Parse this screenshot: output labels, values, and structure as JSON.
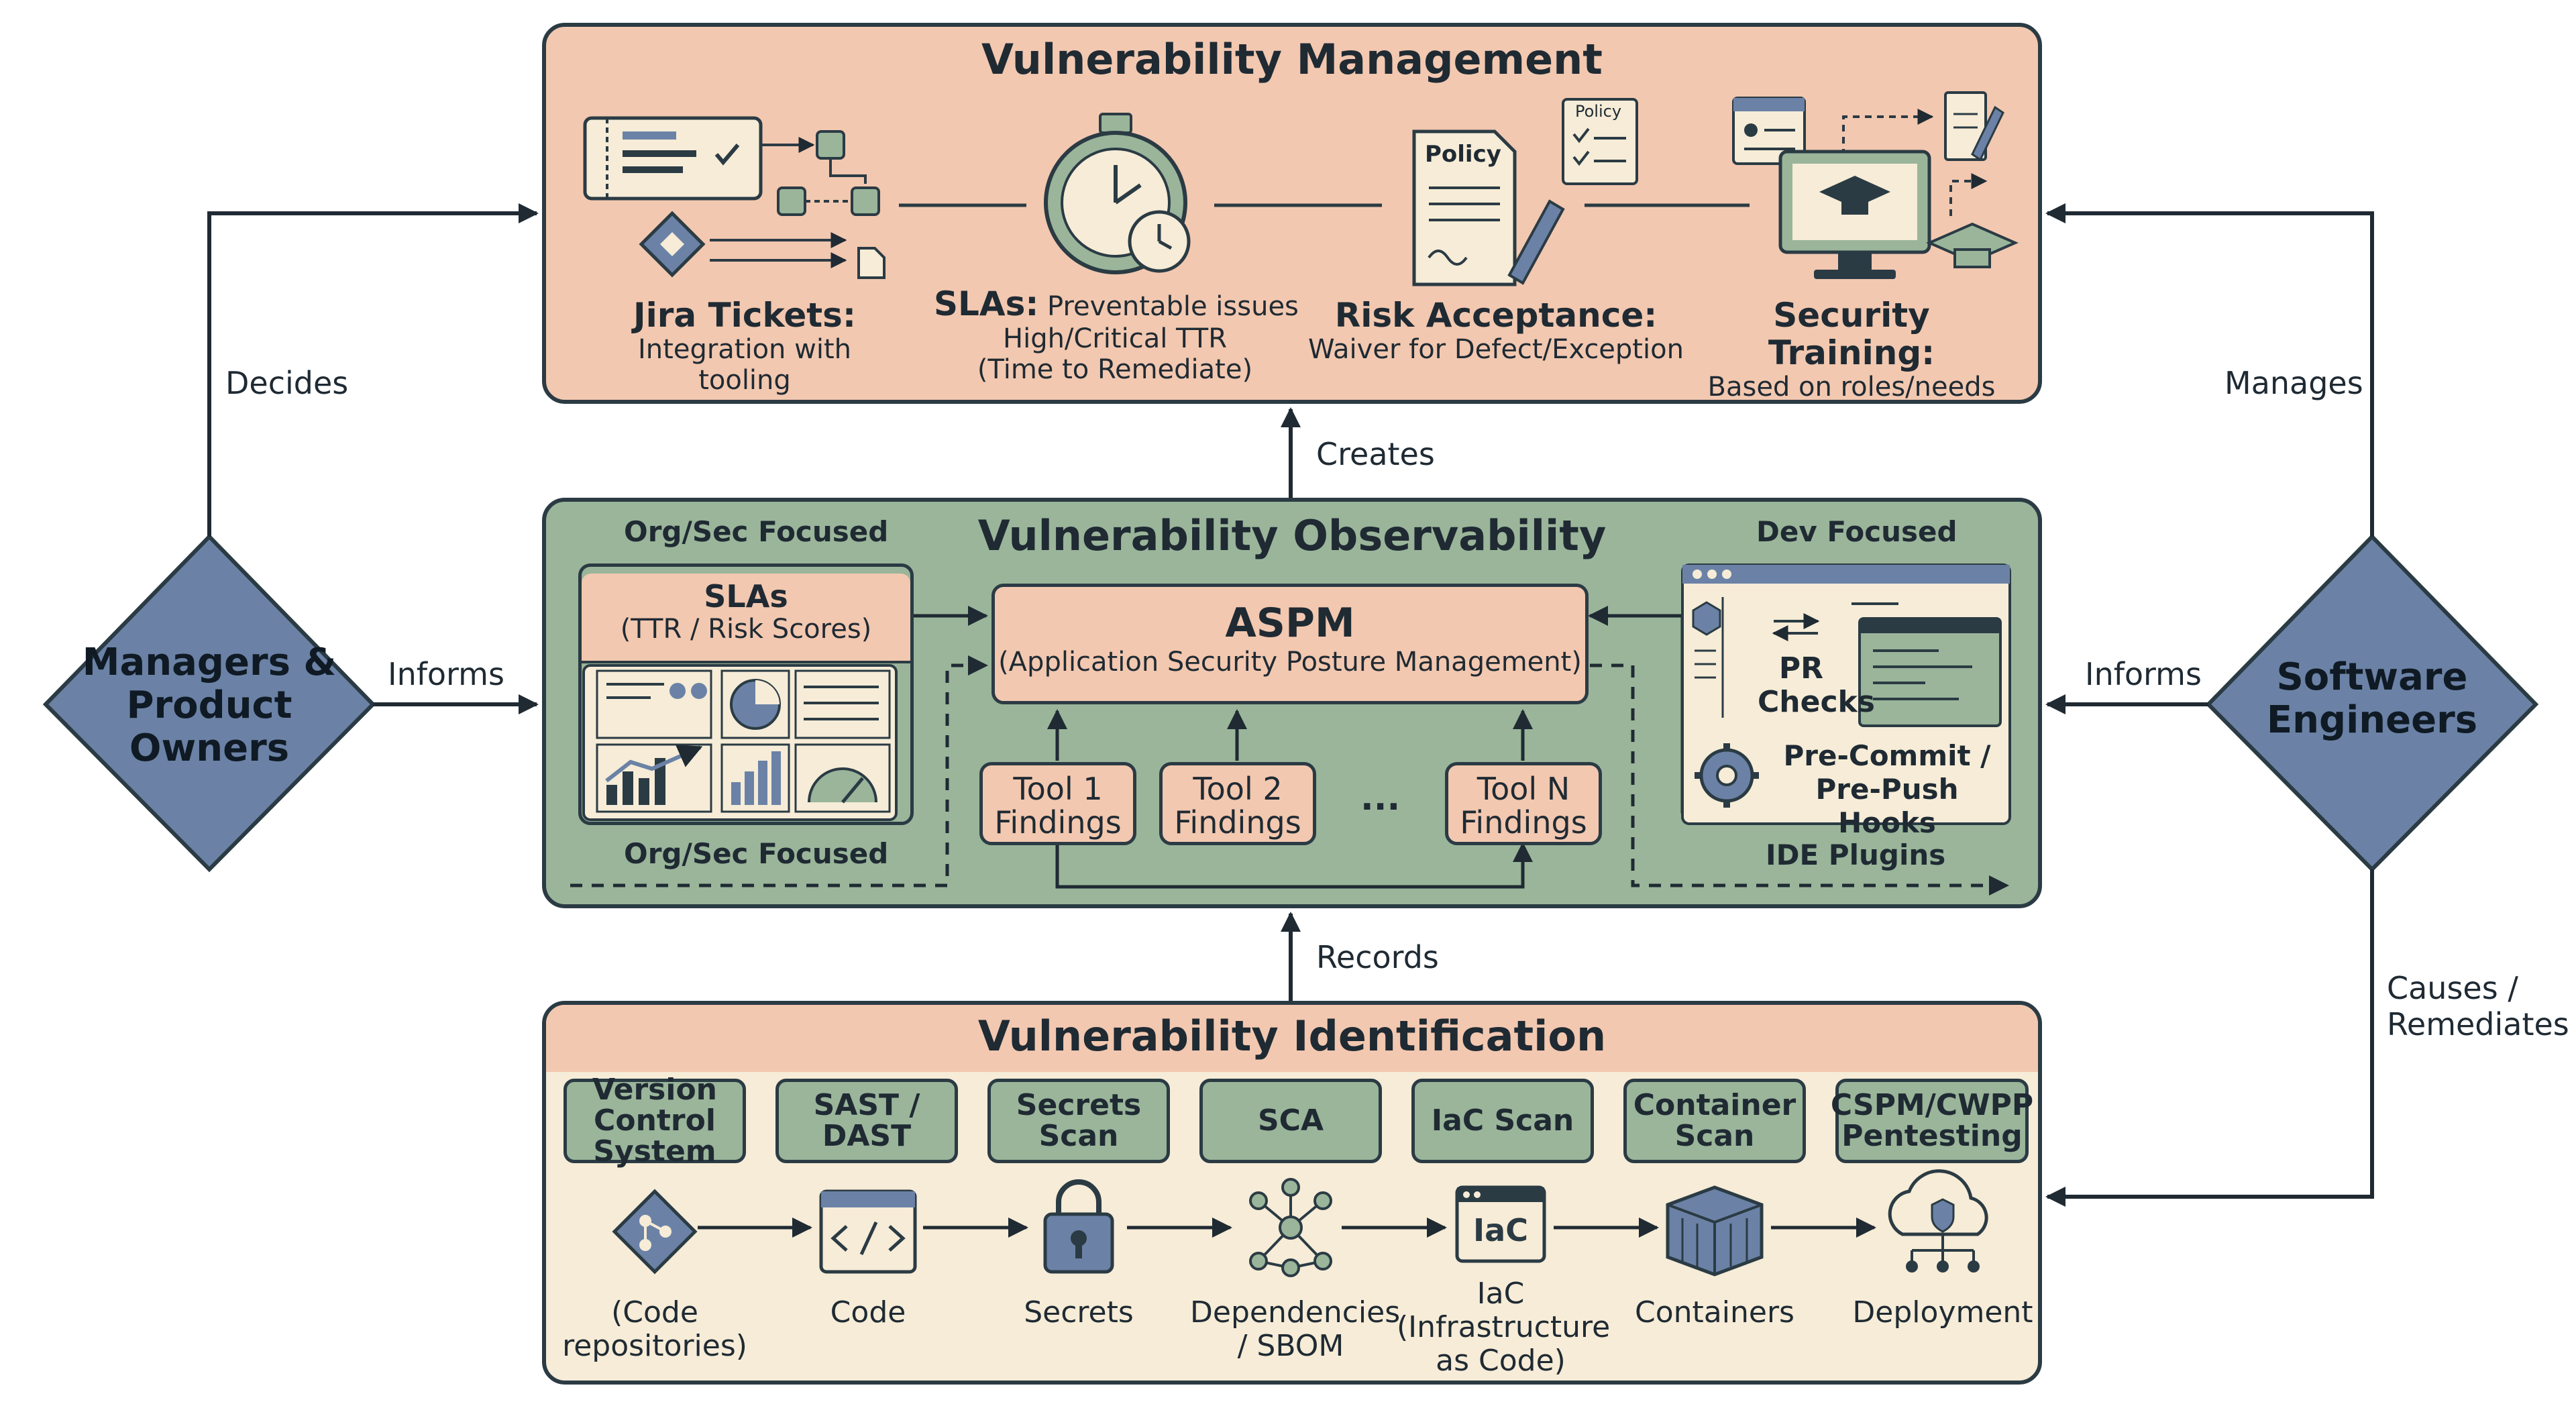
{
  "colors": {
    "peach": "#f2c8b0",
    "green": "#9ab59a",
    "cream": "#f6ecd7",
    "diamond": "#6b82a6",
    "ink": "#2b3b44"
  },
  "management": {
    "title": "Vulnerability Management",
    "items": [
      {
        "icon": "ticket-workflow-icon",
        "title": "Jira Tickets:",
        "subtitle": "Integration with tooling"
      },
      {
        "icon": "stopwatch-icon",
        "title": "SLAs:",
        "title_rest": "Preventable issues",
        "line2": "High/Critical TTR",
        "line3": "(Time to Remediate)"
      },
      {
        "icon": "policy-document-icon",
        "title": "Risk Acceptance:",
        "subtitle": "Waiver for Defect/Exception",
        "policy_label": "Policy",
        "policy_label_small": "Policy"
      },
      {
        "icon": "training-computer-icon",
        "title": "Security Training:",
        "subtitle": "Based on roles/needs"
      }
    ]
  },
  "observability": {
    "title": "Vulnerability Observability",
    "org_label_top": "Org/Sec Focused",
    "org_label_bottom": "Org/Sec Focused",
    "dev_label": "Dev Focused",
    "ide_label": "IDE Plugins",
    "slas_title": "SLAs",
    "slas_subtitle": "(TTR / Risk Scores)",
    "aspm_title": "ASPM",
    "aspm_subtitle": "(Application Security Posture Management)",
    "pr_checks_line1": "PR",
    "pr_checks_line2": "Checks",
    "hooks_line1": "Pre-Commit /",
    "hooks_line2": "Pre-Push Hooks",
    "tools": [
      {
        "line1": "Tool 1",
        "line2": "Findings"
      },
      {
        "line1": "Tool 2",
        "line2": "Findings"
      },
      {
        "line1": "Tool N",
        "line2": "Findings"
      }
    ],
    "ellipsis": "..."
  },
  "identification": {
    "title": "Vulnerability Identification",
    "boxes": [
      {
        "lines": [
          "Version",
          "Control",
          "System"
        ]
      },
      {
        "lines": [
          "SAST /",
          "DAST"
        ]
      },
      {
        "lines": [
          "Secrets",
          "Scan"
        ]
      },
      {
        "lines": [
          "SCA"
        ]
      },
      {
        "lines": [
          "IaC Scan"
        ]
      },
      {
        "lines": [
          "Container",
          "Scan"
        ]
      },
      {
        "lines": [
          "CSPM/CWPP",
          "Pentesting"
        ]
      }
    ],
    "stages": [
      {
        "icon": "git-diamond-icon",
        "lines": [
          "(Code",
          "repositories)"
        ]
      },
      {
        "icon": "code-window-icon",
        "lines": [
          "Code"
        ]
      },
      {
        "icon": "padlock-icon",
        "lines": [
          "Secrets"
        ]
      },
      {
        "icon": "dependency-graph-icon",
        "lines": [
          "Dependencies",
          "/ SBOM"
        ]
      },
      {
        "icon": "iac-window-icon",
        "lines": [
          "IaC",
          "(Infrastructure",
          "as Code)"
        ],
        "icon_text": "IaC"
      },
      {
        "icon": "container-icon",
        "lines": [
          "Containers"
        ]
      },
      {
        "icon": "cloud-network-icon",
        "lines": [
          "Deployment"
        ]
      }
    ]
  },
  "actors": {
    "left": {
      "lines": [
        "Managers &",
        "Product",
        "Owners"
      ]
    },
    "right": {
      "lines": [
        "Software",
        "Engineers"
      ]
    }
  },
  "edges": {
    "decides": "Decides",
    "informs_left": "Informs",
    "manages": "Manages",
    "informs_right": "Informs",
    "causes_line1": "Causes /",
    "causes_line2": "Remediates",
    "creates": "Creates",
    "records": "Records"
  }
}
